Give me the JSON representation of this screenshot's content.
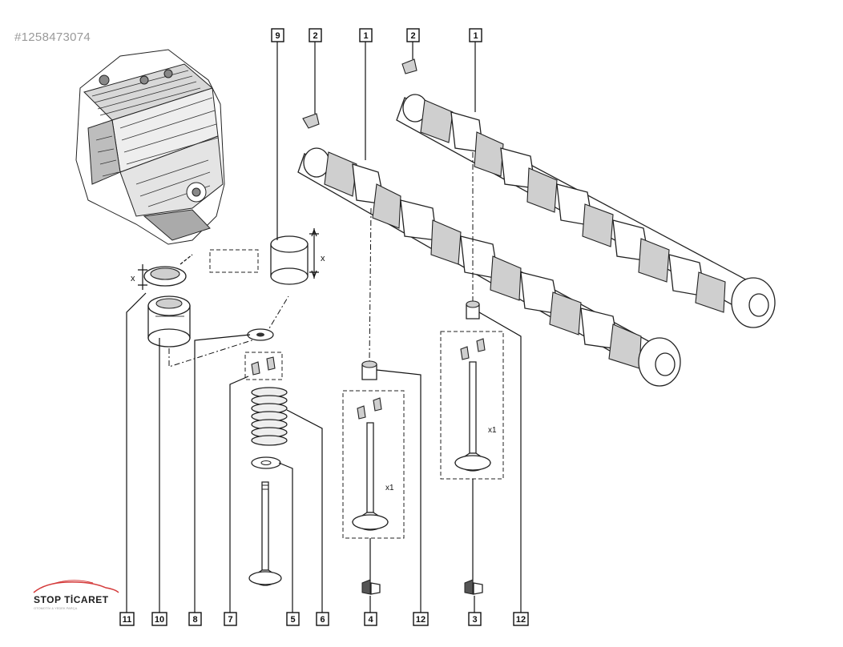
{
  "reference_id": "#1258473074",
  "logo": {
    "name": "STOP TİCARET",
    "tagline": "OTOMOTİV & YEDEK PARÇA"
  },
  "callouts": {
    "c9": "9",
    "c2a": "2",
    "c1a": "1",
    "c2b": "2",
    "c1b": "1",
    "c11": "11",
    "c10": "10",
    "c8": "8",
    "c7": "7",
    "c5": "5",
    "c6": "6",
    "c4": "4",
    "c12a": "12",
    "c3": "3",
    "c12b": "12"
  },
  "quantity_labels": {
    "q1": "x1",
    "q2": "x1"
  },
  "dimension_labels": {
    "d1": "x",
    "d2": "x"
  }
}
